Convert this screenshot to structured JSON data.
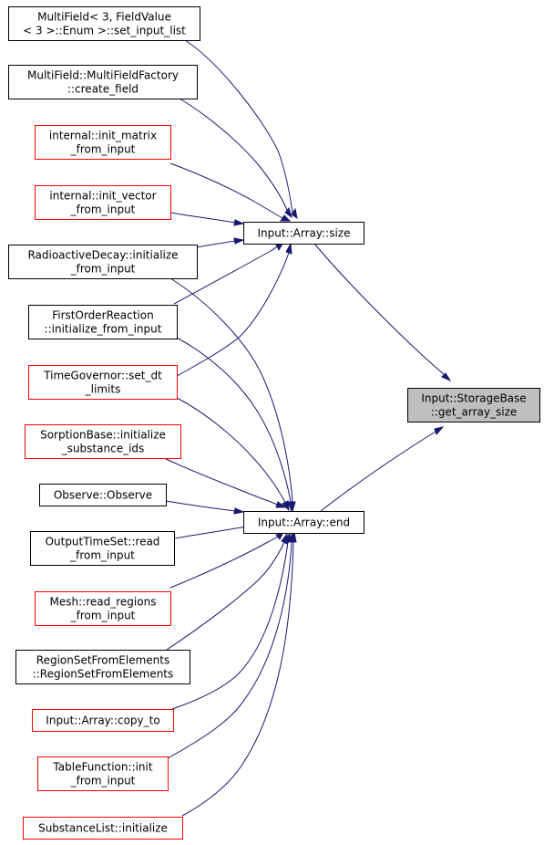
{
  "diagram": {
    "colors": {
      "edge": "#191970",
      "border_normal": "#000000",
      "border_red": "#ff0000",
      "highlight_fill": "#bfbfbf",
      "text": "#000000"
    },
    "nodes": [
      {
        "id": "multifield_set_input_list",
        "lines": [
          "MultiField< 3, FieldValue",
          "< 3 >::Enum >::set_input_list"
        ],
        "border": "black"
      },
      {
        "id": "multifield_factory_create_field",
        "lines": [
          "MultiField::MultiFieldFactory",
          "::create_field"
        ],
        "border": "black"
      },
      {
        "id": "init_matrix_from_input",
        "lines": [
          "internal::init_matrix",
          "_from_input"
        ],
        "border": "red"
      },
      {
        "id": "init_vector_from_input",
        "lines": [
          "internal::init_vector",
          "_from_input"
        ],
        "border": "red"
      },
      {
        "id": "radioactive_decay_initialize",
        "lines": [
          "RadioactiveDecay::initialize",
          "_from_input"
        ],
        "border": "black"
      },
      {
        "id": "first_order_reaction_initialize",
        "lines": [
          "FirstOrderReaction",
          "::initialize_from_input"
        ],
        "border": "black"
      },
      {
        "id": "time_governor_set_dt_limits",
        "lines": [
          "TimeGovernor::set_dt",
          "_limits"
        ],
        "border": "red"
      },
      {
        "id": "sorption_base_initialize",
        "lines": [
          "SorptionBase::initialize",
          "_substance_ids"
        ],
        "border": "red"
      },
      {
        "id": "observe_observe",
        "lines": [
          "Observe::Observe"
        ],
        "border": "black"
      },
      {
        "id": "output_time_set_read",
        "lines": [
          "OutputTimeSet::read",
          "_from_input"
        ],
        "border": "black"
      },
      {
        "id": "mesh_read_regions",
        "lines": [
          "Mesh::read_regions",
          "_from_input"
        ],
        "border": "red"
      },
      {
        "id": "region_set_from_elements",
        "lines": [
          "RegionSetFromElements",
          "::RegionSetFromElements"
        ],
        "border": "black"
      },
      {
        "id": "input_array_copy_to",
        "lines": [
          "Input::Array::copy_to"
        ],
        "border": "red"
      },
      {
        "id": "table_function_init",
        "lines": [
          "TableFunction::init",
          "_from_input"
        ],
        "border": "red"
      },
      {
        "id": "substance_list_initialize",
        "lines": [
          "SubstanceList::initialize"
        ],
        "border": "red"
      },
      {
        "id": "input_array_size",
        "lines": [
          "Input::Array::size"
        ],
        "border": "black"
      },
      {
        "id": "input_array_end",
        "lines": [
          "Input::Array::end"
        ],
        "border": "black"
      },
      {
        "id": "storage_base_get_array_size",
        "lines": [
          "Input::StorageBase",
          "::get_array_size"
        ],
        "border": "black",
        "highlight": true
      }
    ],
    "edges": [
      {
        "from": "multifield_set_input_list",
        "to": "input_array_size"
      },
      {
        "from": "multifield_factory_create_field",
        "to": "input_array_size"
      },
      {
        "from": "init_matrix_from_input",
        "to": "input_array_size"
      },
      {
        "from": "init_vector_from_input",
        "to": "input_array_size"
      },
      {
        "from": "radioactive_decay_initialize",
        "to": "input_array_size"
      },
      {
        "from": "first_order_reaction_initialize",
        "to": "input_array_size"
      },
      {
        "from": "time_governor_set_dt_limits",
        "to": "input_array_size"
      },
      {
        "from": "radioactive_decay_initialize",
        "to": "input_array_end"
      },
      {
        "from": "first_order_reaction_initialize",
        "to": "input_array_end"
      },
      {
        "from": "time_governor_set_dt_limits",
        "to": "input_array_end"
      },
      {
        "from": "sorption_base_initialize",
        "to": "input_array_end"
      },
      {
        "from": "observe_observe",
        "to": "input_array_end"
      },
      {
        "from": "output_time_set_read",
        "to": "input_array_end"
      },
      {
        "from": "mesh_read_regions",
        "to": "input_array_end"
      },
      {
        "from": "region_set_from_elements",
        "to": "input_array_end"
      },
      {
        "from": "input_array_copy_to",
        "to": "input_array_end"
      },
      {
        "from": "table_function_init",
        "to": "input_array_end"
      },
      {
        "from": "substance_list_initialize",
        "to": "input_array_end"
      },
      {
        "from": "input_array_size",
        "to": "storage_base_get_array_size"
      },
      {
        "from": "input_array_end",
        "to": "storage_base_get_array_size"
      }
    ]
  }
}
